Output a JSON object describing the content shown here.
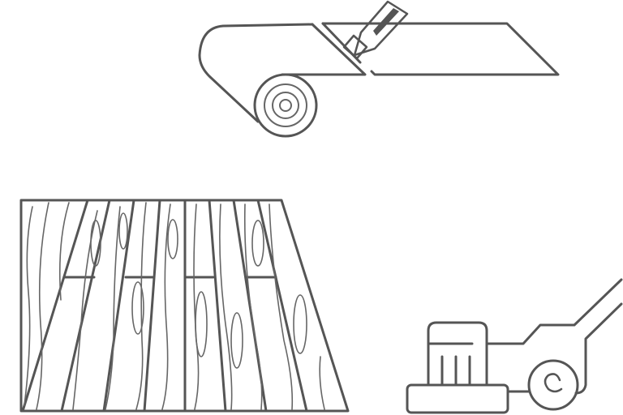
{
  "illustration": {
    "stroke_color": "#555555",
    "background": "#ffffff",
    "items": [
      {
        "id": "carpet-roll",
        "label": "Carpet roll being cut with utility knife"
      },
      {
        "id": "wood-floor",
        "label": "Wooden plank flooring"
      },
      {
        "id": "floor-sander",
        "label": "Floor sanding machine"
      }
    ]
  }
}
